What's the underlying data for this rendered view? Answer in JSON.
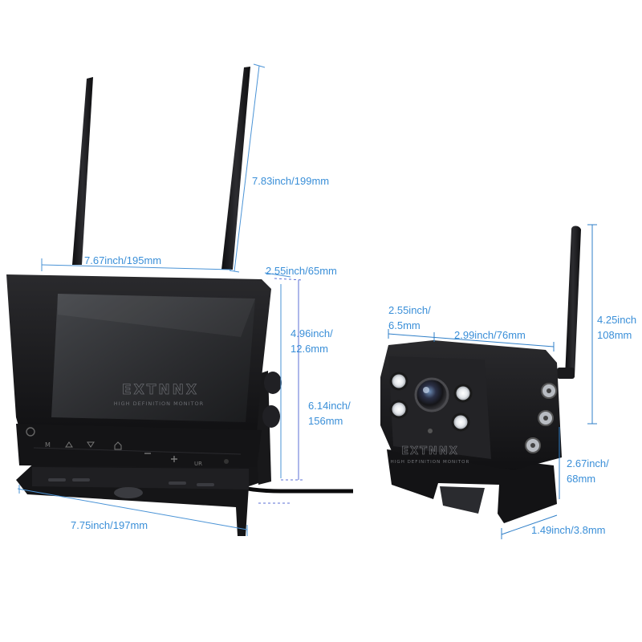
{
  "brand": {
    "logo": "EXTNNX",
    "tagline_monitor": "HIGH DEFINITION MONITOR",
    "tagline_camera": "HIGH DEFINITION MONITOR"
  },
  "colors": {
    "dimension_text": "#3a8fd8",
    "monitor_dimension_line": "#4a93d6",
    "camera_dimension_line": "#2f7fc8",
    "depth_guide_dashed": "#5b6fd6",
    "device_body": "#1c1c1e",
    "background": "#ffffff"
  },
  "monitor": {
    "antenna_height": "7.83inch/199mm",
    "screen_width": "7.67inch/195mm",
    "depth": "2.55inch/65mm",
    "screen_height_line1": "4.96inch/",
    "screen_height_line2": "12.6mm",
    "total_height_line1": "6.14inch/",
    "total_height_line2": "156mm",
    "bracket_width": "7.75inch/197mm",
    "button_icons": [
      "power-icon",
      "menu-icon",
      "up-arrow-icon",
      "down-arrow-icon",
      "home-icon",
      "minus-icon",
      "plus-icon",
      "record-icon"
    ]
  },
  "camera": {
    "depth_line1": "2.55inch/",
    "depth_line2": "6.5mm",
    "width": "2.99inch/76mm",
    "antenna_height_line1": "4.25inch",
    "antenna_height_line2": "108mm",
    "body_height_line1": "2.67inch/",
    "body_height_line2": "68mm",
    "base_width": "1.49inch/3.8mm"
  }
}
